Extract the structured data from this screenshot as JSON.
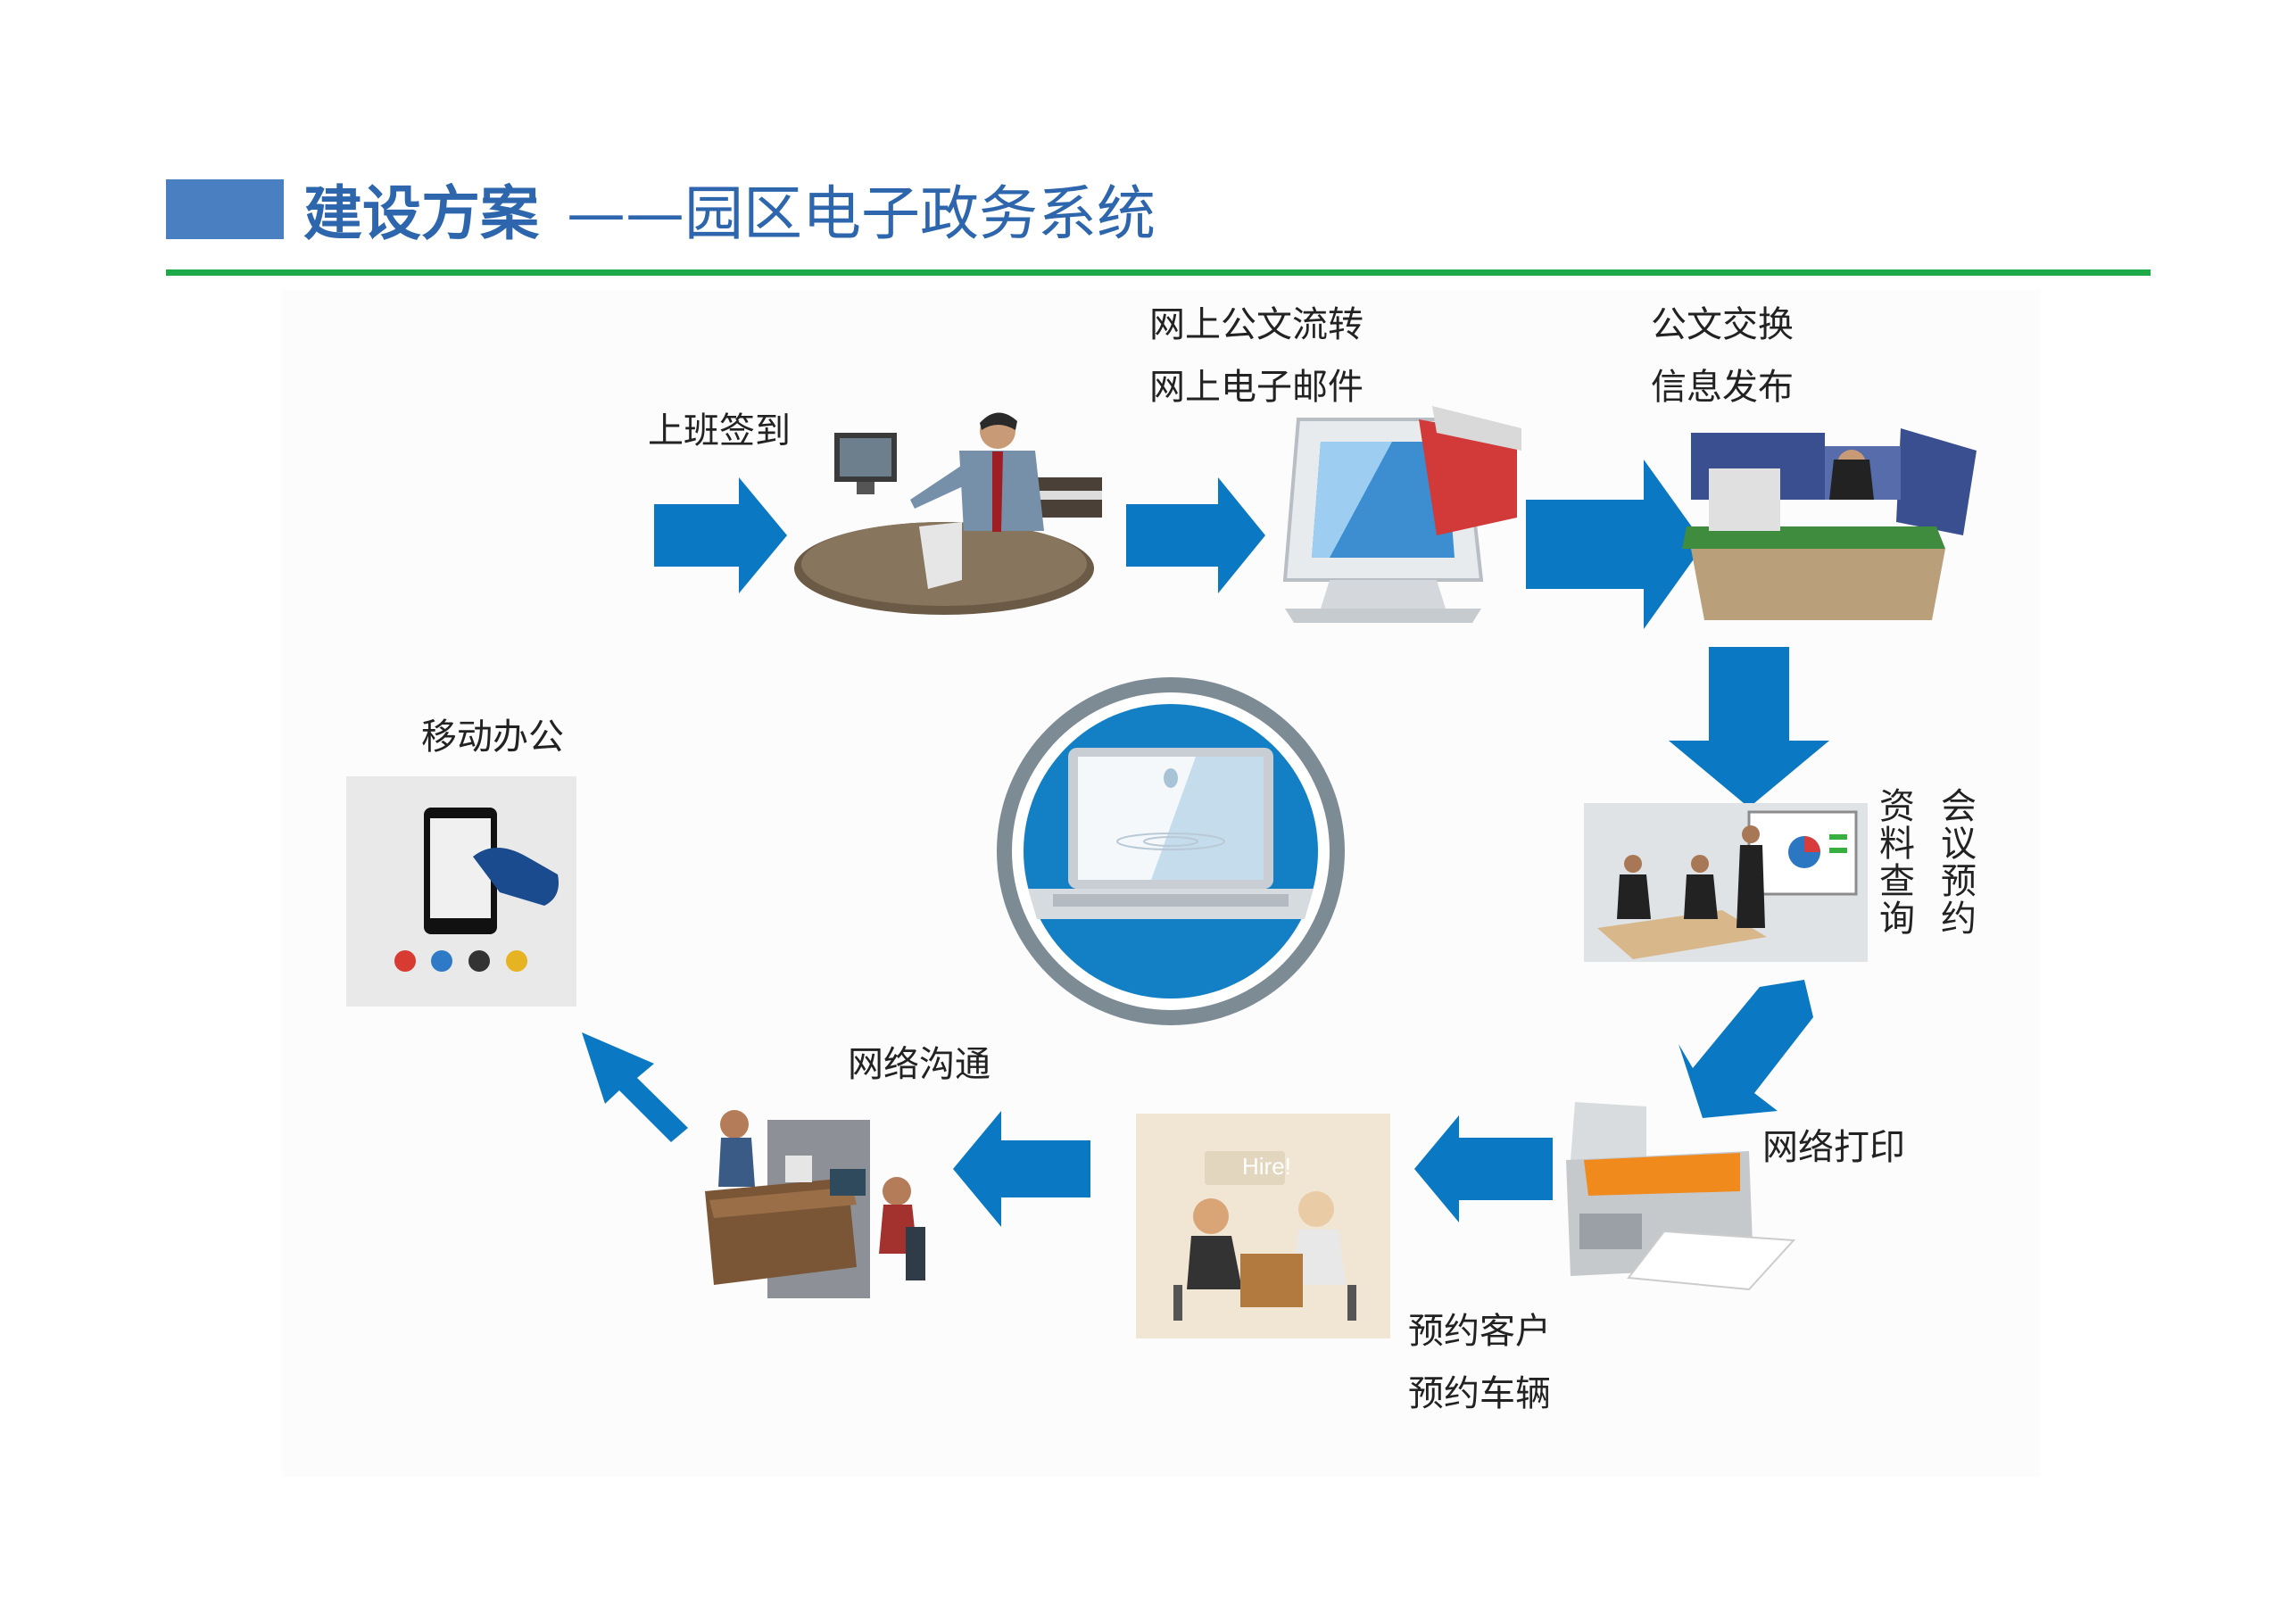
{
  "header": {
    "title_bold": "建设方案",
    "title_sub": "——园区电子政务系统"
  },
  "steps": {
    "checkin": "上班签到",
    "doc_flow": "网上公文流转",
    "email": "网上电子邮件",
    "doc_exchange": "公文交换",
    "info_publish": "信息发布",
    "meeting": "会议预约",
    "data_query": "资料查询",
    "print": "网络打印",
    "client": "预约客户",
    "vehicle": "预约车辆",
    "comm": "网络沟通",
    "mobile": "移动办公"
  },
  "illustrations": {
    "hire_sign": "Hire!"
  },
  "colors": {
    "title": "#2d66ad",
    "title_block": "#4a7fc1",
    "rule": "#1faa4a",
    "arrow": "#0a78c2",
    "circle_ring": "#7d8b95"
  }
}
